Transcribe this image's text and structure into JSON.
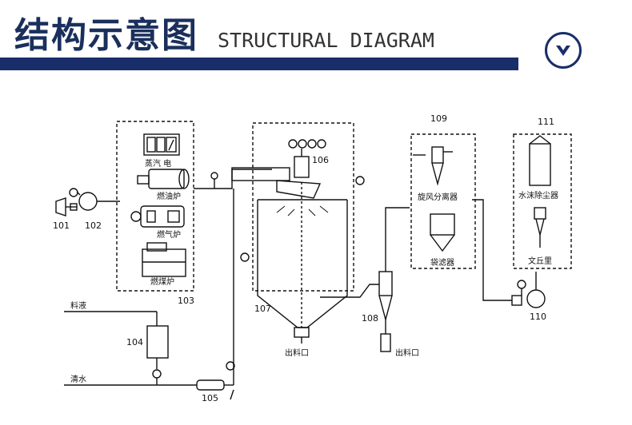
{
  "header": {
    "title_cn": "结构示意图",
    "title_en": "STRUCTURAL DIAGRAM",
    "accent_color": "#1a2d6b"
  },
  "scroll_button": {
    "icon": "chevron-down-icon"
  },
  "diagram": {
    "labels": {
      "n101": "101",
      "n102": "102",
      "n103": "103",
      "n104": "104",
      "n105": "105",
      "n106": "106",
      "n107": "107",
      "n108": "108",
      "n109": "109",
      "n110": "110",
      "n111": "111",
      "steam_electric": "蒸汽 电",
      "oil_furnace": "燃油炉",
      "gas_furnace": "燃气炉",
      "coal_furnace": "燃煤炉",
      "feed_liquid": "料液",
      "clear_water": "清水",
      "outlet_main": "出料口",
      "outlet_cyclone": "出料口",
      "cyclone_separator": "旋风分离器",
      "bag_filter": "袋滤器",
      "water_dust_remover": "水沫除尘器",
      "venturi": "文丘里"
    }
  }
}
